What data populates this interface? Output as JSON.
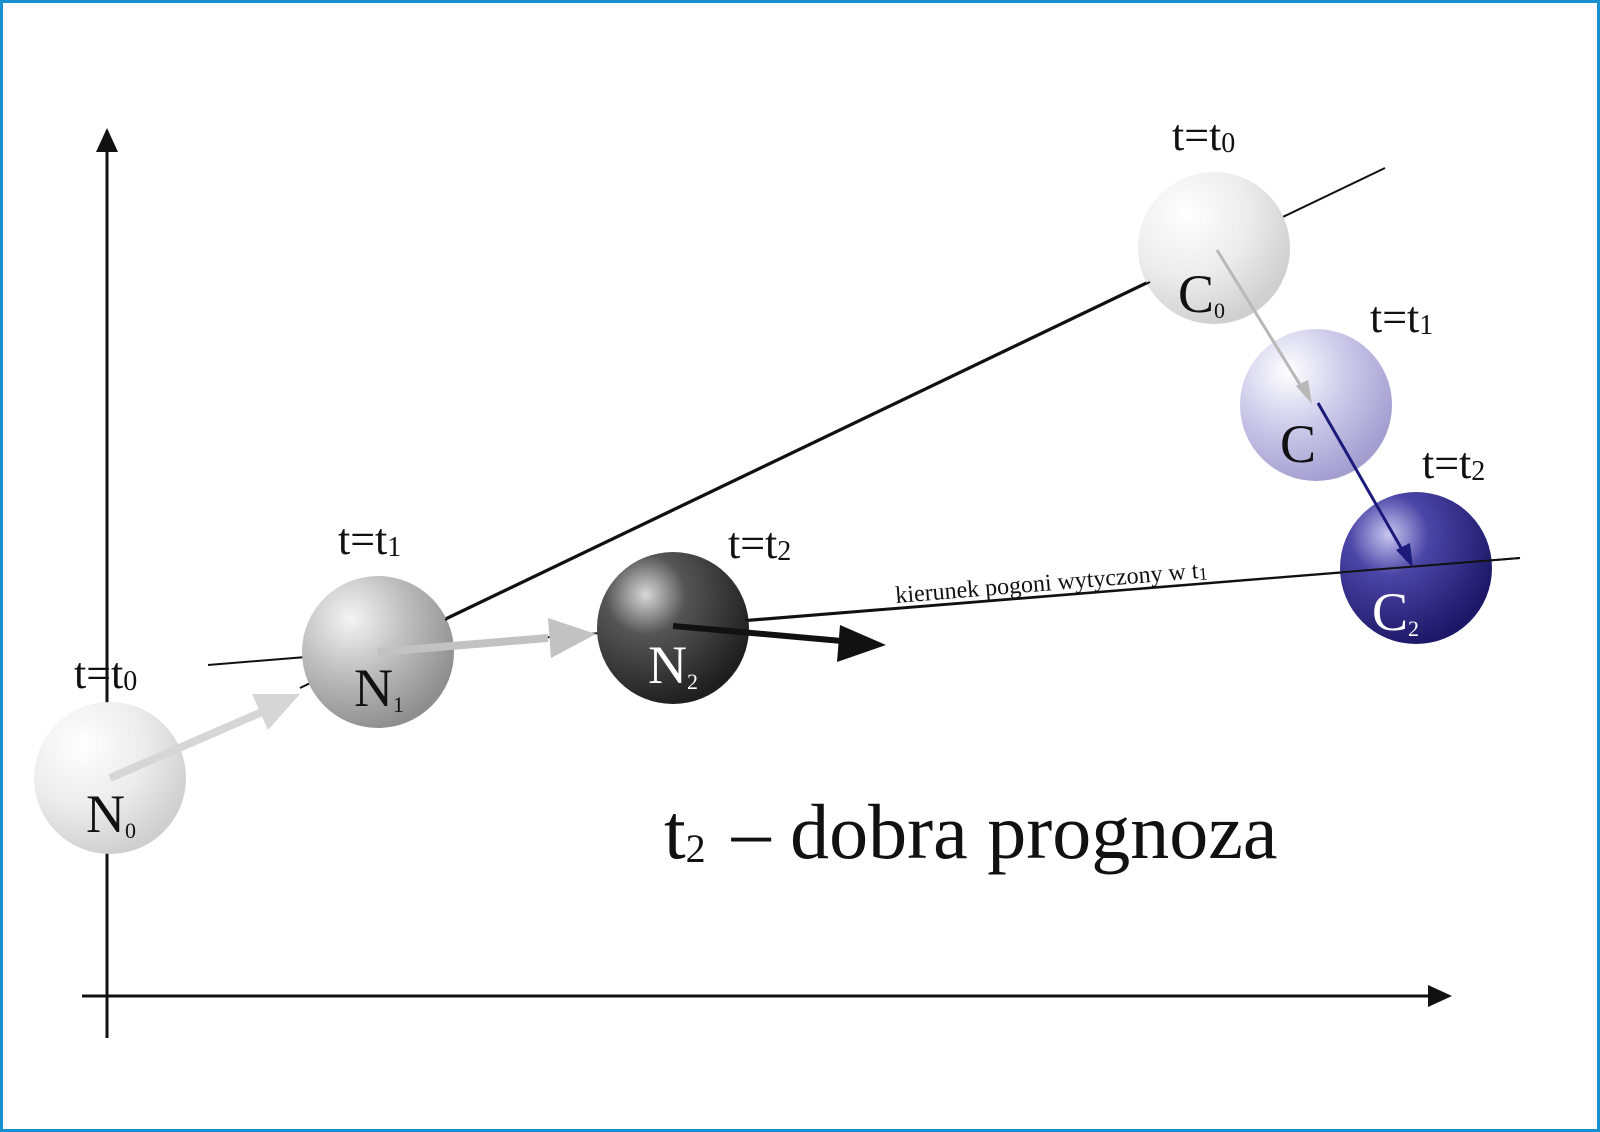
{
  "colors": {
    "frame": "#1a8fd0",
    "axis": "#111111",
    "line": "#111111",
    "arrow_light": "#d4d4d4",
    "arrow_gray": "#bcbcbc",
    "arrow_black": "#111111",
    "arrow_navy": "#1c1a7a",
    "ball_light": "#e8e8e8",
    "ball_mid": "#b7b7b7",
    "ball_dark": "#3a3a3a",
    "ball_lavender": "#c7c4e6",
    "ball_navy": "#2f2a86"
  },
  "labels": {
    "t0_chaser": {
      "main": "t=t",
      "sub": "0"
    },
    "t1_chaser": {
      "main": "t=t",
      "sub": "1"
    },
    "t2_chaser": {
      "main": "t=t",
      "sub": "2"
    },
    "t0_target": {
      "main": "t=t",
      "sub": "0"
    },
    "t1_target": {
      "main": "t=t",
      "sub": "1"
    },
    "t2_target": {
      "main": "t=t",
      "sub": "2"
    }
  },
  "balls": {
    "n0": {
      "main": "N",
      "sub": "0"
    },
    "n1": {
      "main": "N",
      "sub": "1"
    },
    "n2": {
      "main": "N",
      "sub": "2"
    },
    "c0": {
      "main": "C",
      "sub": "0"
    },
    "c1": {
      "main": "C",
      "sub": ""
    },
    "c2": {
      "main": "C",
      "sub": "2"
    }
  },
  "direction_note": {
    "main": "kierunek pogoni wytyczony w t",
    "sub": "1"
  },
  "caption": {
    "t": "t",
    "sub": "2",
    "text": "– dobra prognoza"
  }
}
